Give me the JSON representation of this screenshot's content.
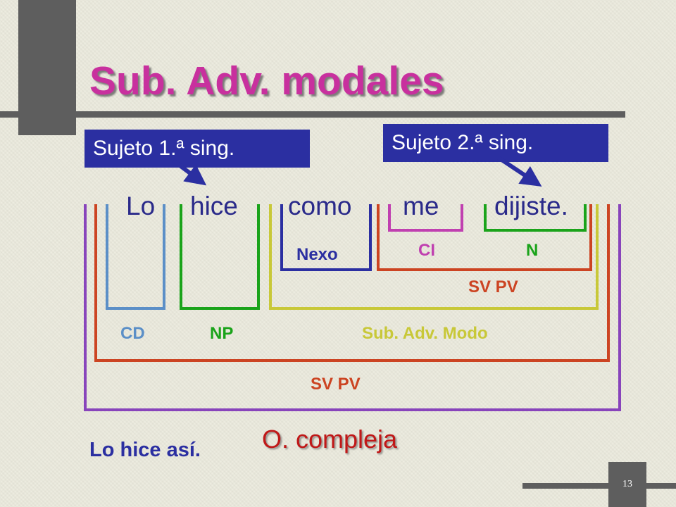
{
  "slide": {
    "title": "Sub. Adv. modales",
    "number": "13",
    "title_color": "#c8309e",
    "background_color": "#ecebde",
    "accent_dark": "#5e5e5e"
  },
  "callouts": {
    "subject_1": "Sujeto 1.ª sing.",
    "subject_2": "Sujeto 2.ª sing.",
    "color": "#2b2fa1"
  },
  "sentence": {
    "words": [
      "Lo",
      "hice",
      "como",
      "me",
      "dijiste."
    ]
  },
  "analysis_labels": {
    "cd": "CD",
    "np": "NP",
    "nexo": "Nexo",
    "ci": "CI",
    "n": "N",
    "sv_pv_inner": "SV PV",
    "sub_adv_modo": "Sub. Adv. Modo",
    "sv_pv_outer": "SV PV"
  },
  "bracket_colors": {
    "cd": "#5b8fc7",
    "np": "#1aa31a",
    "nexo": "#2b2fa1",
    "ci": "#c040b0",
    "n": "#1aa31a",
    "sv_pv_inner": "#cc4422",
    "sub_adv_modo": "#c8c838",
    "sv_pv_outer": "#cc4422",
    "oracion": "#8844bb"
  },
  "footer": {
    "example": "Lo hice así.",
    "result": "O. compleja"
  }
}
